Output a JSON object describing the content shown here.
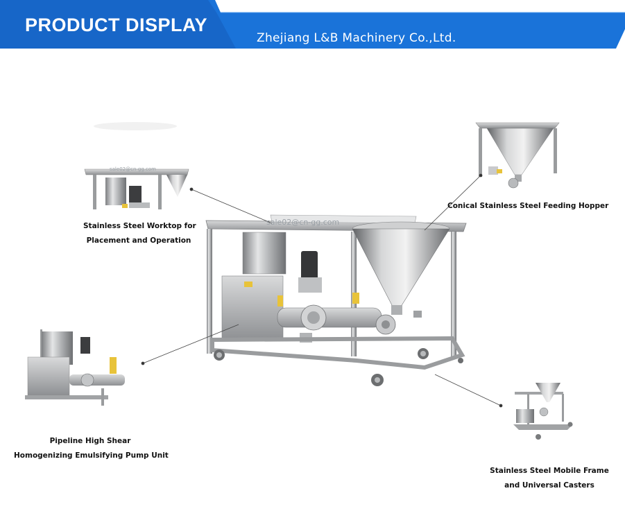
{
  "header": {
    "title": "PRODUCT DISPLAY",
    "company": "Zhejiang L&B Machinery Co.,Ltd.",
    "colors": {
      "banner": "#1a73d9",
      "banner_dark": "#1560b8"
    }
  },
  "watermark": "sale02@cn-gg.com",
  "callouts": [
    {
      "id": "worktop",
      "lines": [
        "Stainless Steel Worktop for",
        "Placement and Operation"
      ]
    },
    {
      "id": "hopper",
      "lines": [
        "Conical Stainless Steel Feeding Hopper"
      ]
    },
    {
      "id": "pump",
      "lines": [
        "Pipeline High Shear",
        "Homogenizing Emulsifying Pump Unit"
      ]
    },
    {
      "id": "frame",
      "lines": [
        "Stainless Steel Mobile Frame",
        "and Universal Casters"
      ]
    }
  ]
}
